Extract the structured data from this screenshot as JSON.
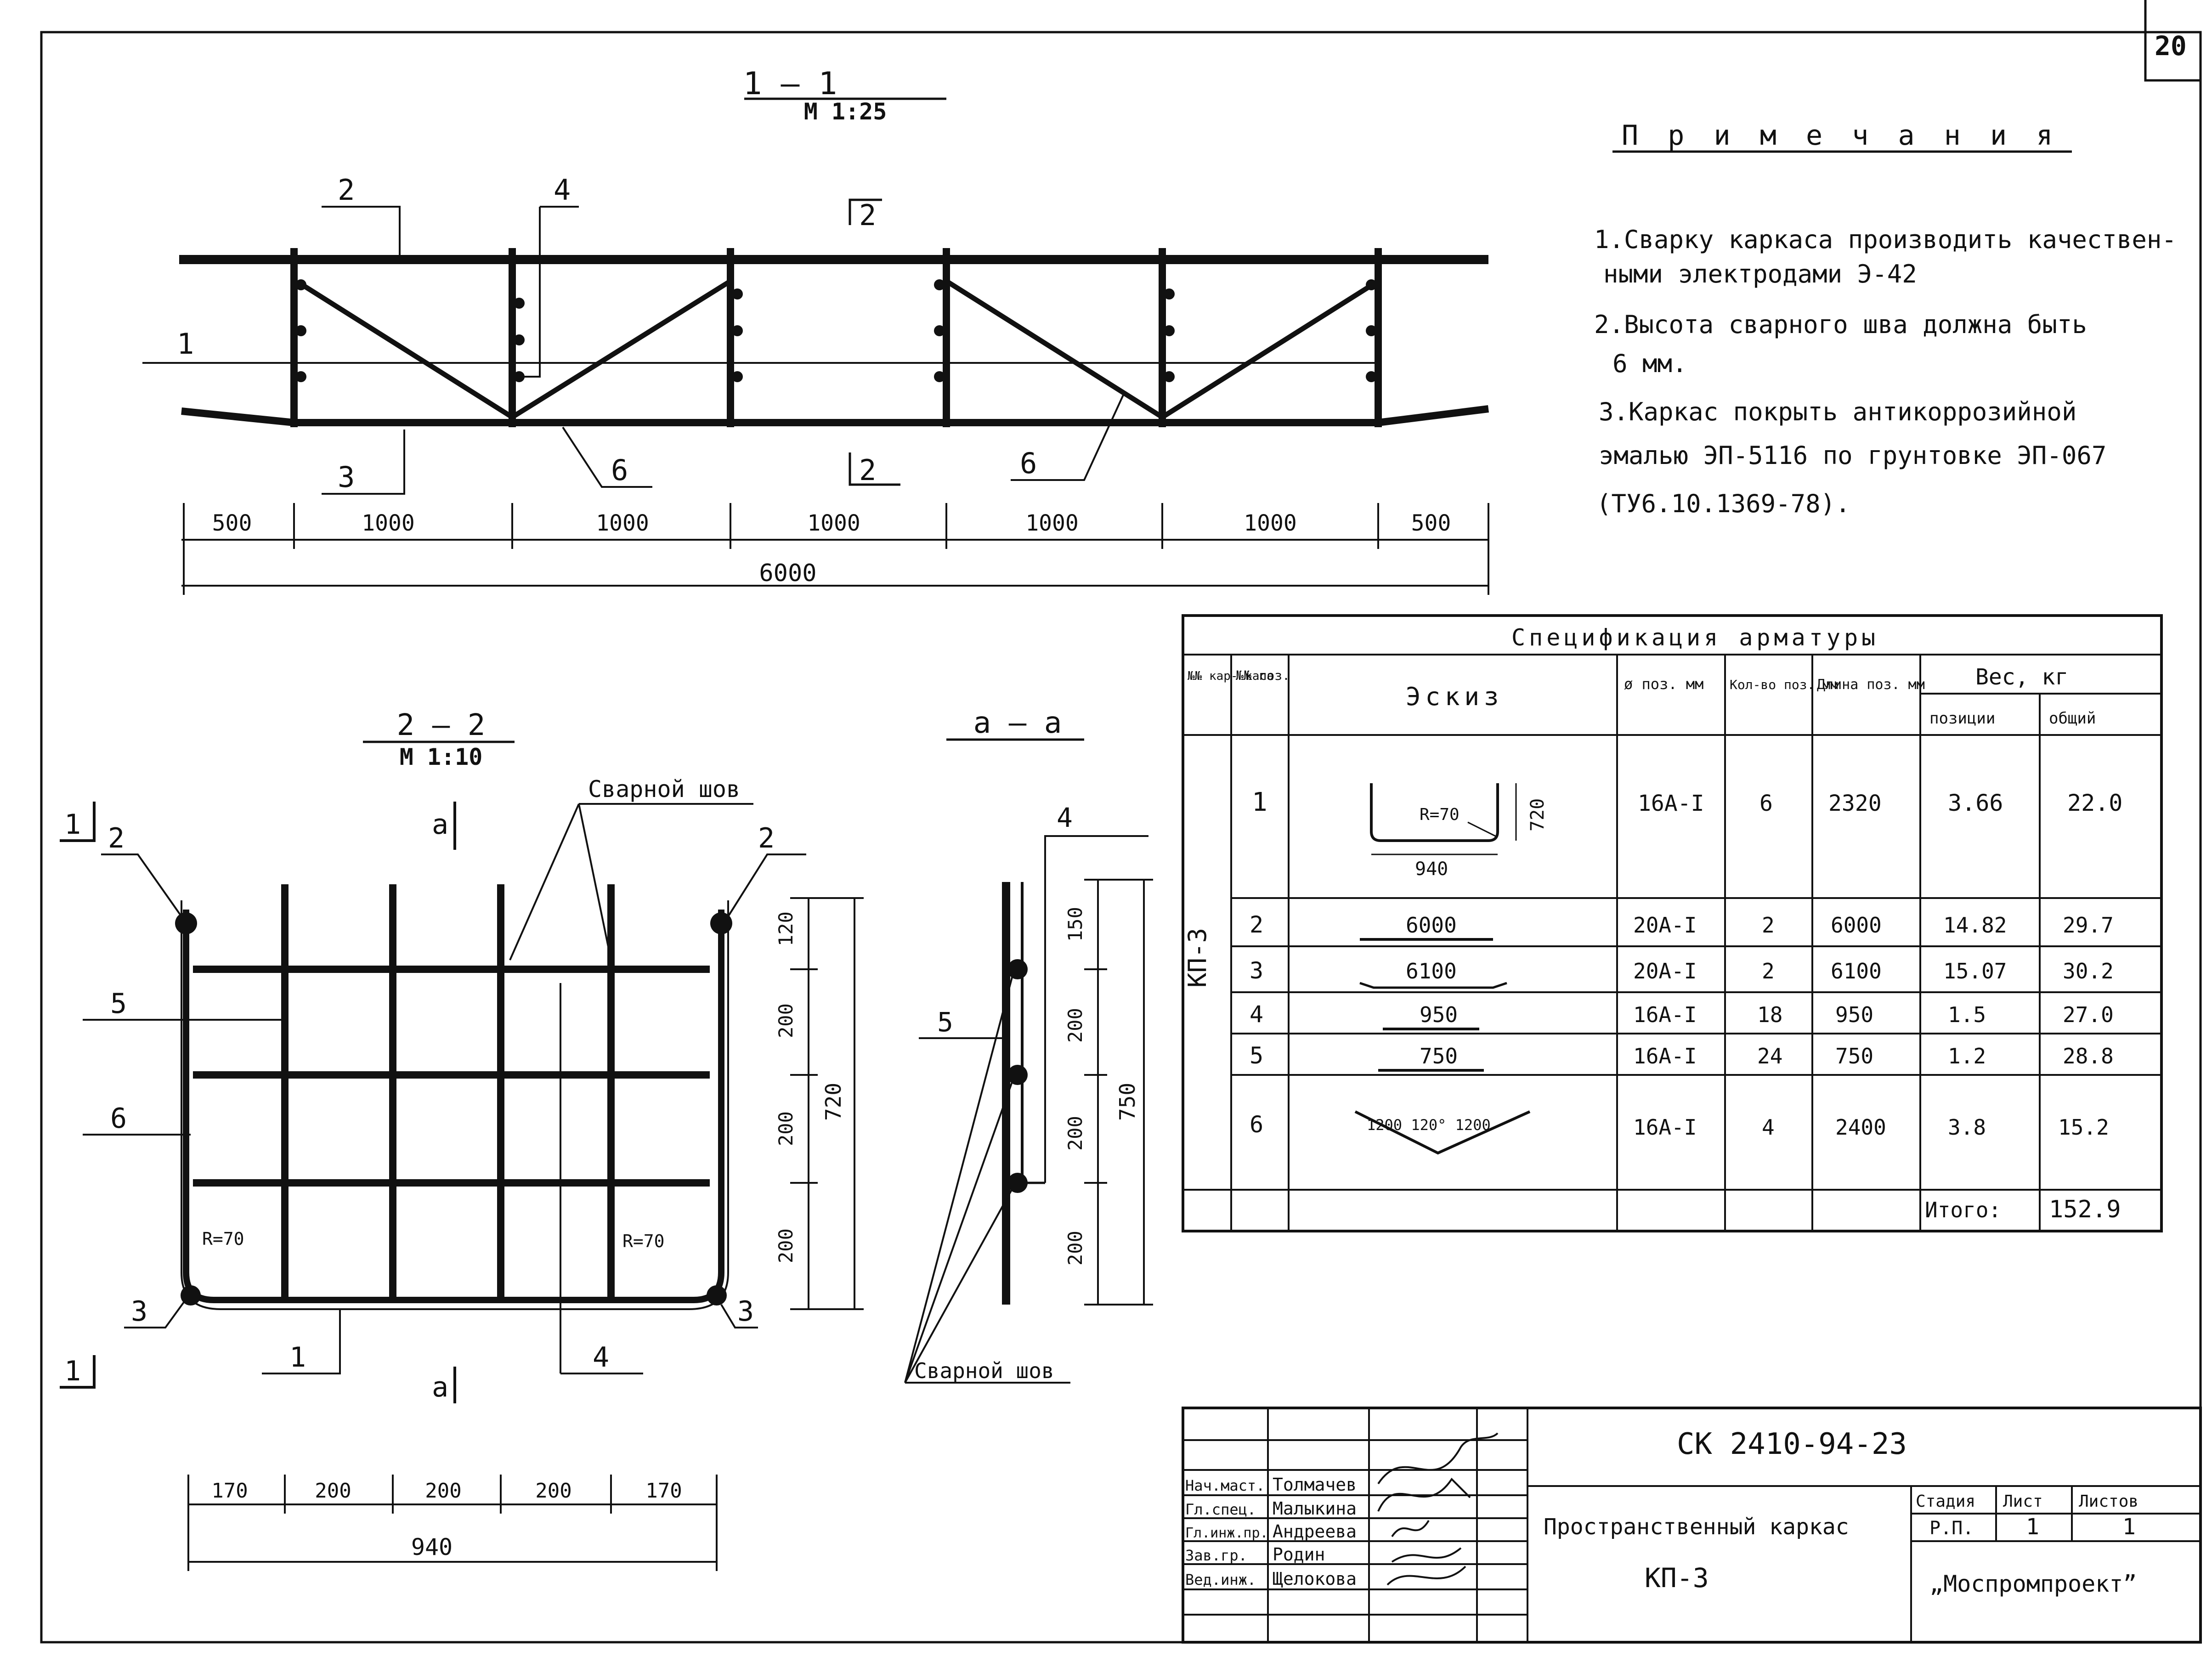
{
  "sheet": {
    "number": "20"
  },
  "section_1_1": {
    "title": "1 — 1",
    "scale": "М 1:25",
    "callouts": [
      "2",
      "4",
      "2",
      "1",
      "3",
      "6",
      "2",
      "6"
    ],
    "dims": [
      "500",
      "1000",
      "1000",
      "1000",
      "1000",
      "1000",
      "500"
    ],
    "total": "6000"
  },
  "notes": {
    "title": "П р и м е ч а н и я",
    "lines": [
      "1.Сварку каркаса производить качествен-",
      "ными электродами Э-42",
      "2.Высота сварного шва должна быть",
      "6 мм.",
      "3.Каркас покрыть антикоррозийной",
      "эмалью ЭП-5116 по грунтовке ЭП-067",
      "(ТУ6.10.1369-78)."
    ]
  },
  "section_2_2": {
    "title": "2 — 2",
    "scale": "М 1:10",
    "weld_label": "Сварной шов",
    "cut_a": "а",
    "cut_1": "1",
    "callouts": [
      "2",
      "2",
      "5",
      "6",
      "3",
      "3",
      "1",
      "4"
    ],
    "radius_left": "R=70",
    "radius_right": "R=70",
    "v_dims": [
      "120",
      "200",
      "200",
      "200"
    ],
    "v_total": "720",
    "h_dims": [
      "170",
      "200",
      "200",
      "200",
      "170"
    ],
    "h_total": "940"
  },
  "section_a_a": {
    "title": "а — а",
    "callout_4": "4",
    "callout_5": "5",
    "v_dims": [
      "150",
      "200",
      "200",
      "200"
    ],
    "v_total": "750",
    "weld_label": "Сварной шов"
  },
  "spec": {
    "title": "Спецификация арматуры",
    "headers": {
      "mark": "№№ кар- каса",
      "pos": "№№ поз.",
      "sketch": "Эскиз",
      "diam": "ø поз. мм",
      "qty": "Кол-во поз. мм",
      "length": "Длина поз. мм",
      "weight": "Вес, кг",
      "w_pos": "позиции",
      "w_total": "общий"
    },
    "frame_mark": "КП-3",
    "rows": [
      {
        "pos": "1",
        "sketch": "R=70",
        "sketch_w": "940",
        "sketch_h": "720",
        "diam": "16А-I",
        "qty": "6",
        "length": "2320",
        "w_pos": "3.66",
        "w_total": "22.0"
      },
      {
        "pos": "2",
        "sketch": "6000",
        "diam": "20А-I",
        "qty": "2",
        "length": "6000",
        "w_pos": "14.82",
        "w_total": "29.7"
      },
      {
        "pos": "3",
        "sketch": "6100",
        "diam": "20А-I",
        "qty": "2",
        "length": "6100",
        "w_pos": "15.07",
        "w_total": "30.2"
      },
      {
        "pos": "4",
        "sketch": "950",
        "diam": "16А-I",
        "qty": "18",
        "length": "950",
        "w_pos": "1.5",
        "w_total": "27.0"
      },
      {
        "pos": "5",
        "sketch": "750",
        "diam": "16А-I",
        "qty": "24",
        "length": "750",
        "w_pos": "1.2",
        "w_total": "28.8"
      },
      {
        "pos": "6",
        "sketch": "1200 120° 1200",
        "diam": "16А-I",
        "qty": "4",
        "length": "2400",
        "w_pos": "3.8",
        "w_total": "15.2"
      }
    ],
    "total_label": "Итого:",
    "total_value": "152.9"
  },
  "title_block": {
    "code": "СК 2410-94-23",
    "name": "Пространственный каркас",
    "mark": "КП-3",
    "stage_label": "Стадия",
    "sheet_label": "Лист",
    "sheets_label": "Листов",
    "stage": "Р.П.",
    "sheet": "1",
    "sheets": "1",
    "org": "„Моспромпроект”",
    "people": [
      {
        "role": "Нач.маст.",
        "name": "Толмачев"
      },
      {
        "role": "Гл.спец.",
        "name": "Малыкина"
      },
      {
        "role": "Гл.инж.пр.",
        "name": "Андреева"
      },
      {
        "role": "Зав.гр.",
        "name": "Родин"
      },
      {
        "role": "Вед.инж.",
        "name": "Щелокова"
      }
    ]
  }
}
